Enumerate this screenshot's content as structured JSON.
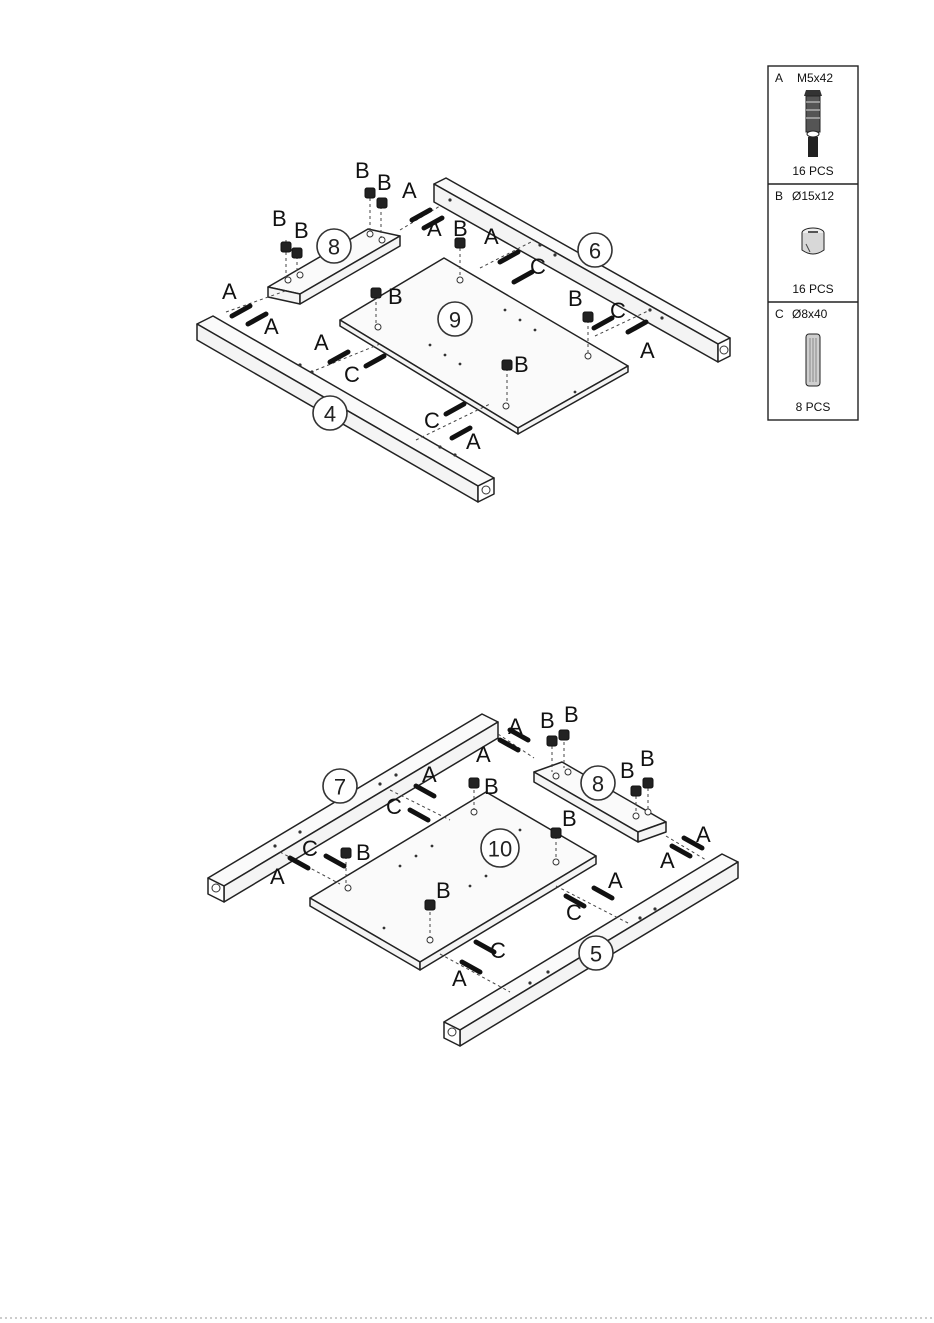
{
  "hardware": [
    {
      "letter": "A",
      "spec": "M5x42",
      "qty": "16 PCS"
    },
    {
      "letter": "B",
      "spec": "Ø15x12",
      "qty": "16 PCS"
    },
    {
      "letter": "C",
      "spec": "Ø8x40",
      "qty": "8 PCS"
    }
  ],
  "step1": {
    "parts": {
      "rail_back": "6",
      "rail_front": "4",
      "bracket": "8",
      "panel": "9"
    }
  },
  "step2": {
    "parts": {
      "rail_back": "7",
      "rail_front": "5",
      "bracket": "8",
      "panel": "10"
    }
  },
  "letters": {
    "A": "A",
    "B": "B",
    "C": "C"
  }
}
